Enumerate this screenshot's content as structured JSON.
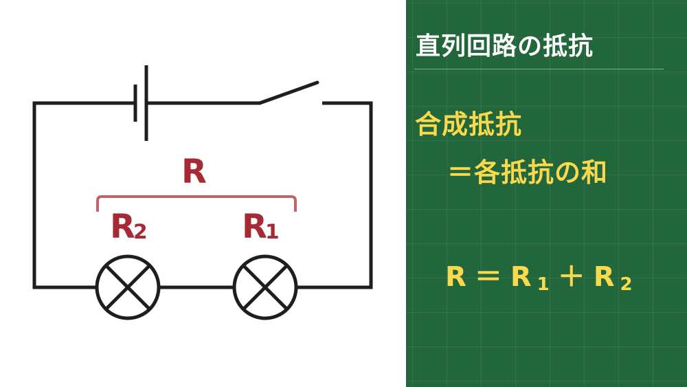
{
  "diagram": {
    "title": "直列回路の抵抗",
    "colors": {
      "wire": "#1e1e1e",
      "label": "#a52a36",
      "bracket": "#c0636a",
      "panel_bg": "#22673b",
      "panel_title": "#ffffff",
      "panel_text": "#fbd94e"
    },
    "circuit": {
      "components": [
        {
          "type": "battery",
          "position": "top-left"
        },
        {
          "type": "switch",
          "state": "open",
          "position": "top-right"
        },
        {
          "type": "lamp",
          "label": "R2",
          "position": "bottom-left"
        },
        {
          "type": "lamp",
          "label": "R1",
          "position": "bottom-right"
        }
      ],
      "labels": {
        "total": "R",
        "r2_main": "R",
        "r2_sub": "2",
        "r1_main": "R",
        "r1_sub": "1"
      }
    },
    "panel": {
      "title": "直列回路の抵抗",
      "rule_line1": "合成抵抗",
      "rule_line2": "＝各抵抗の和",
      "formula": {
        "lhs": "R",
        "eq": "＝",
        "term1_main": "R",
        "term1_sub": "1",
        "plus": "＋",
        "term2_main": "R",
        "term2_sub": "2"
      }
    }
  }
}
